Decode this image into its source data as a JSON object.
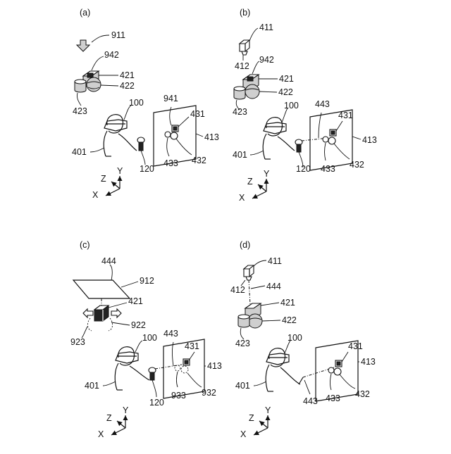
{
  "panels": {
    "a": {
      "label": "(a)",
      "refs": {
        "r911": "911",
        "r942": "942",
        "r421": "421",
        "r422": "422",
        "r423": "423",
        "r100": "100",
        "r941": "941",
        "r431": "431",
        "r413": "413",
        "r401": "401",
        "r120": "120",
        "r433": "433",
        "r432": "432"
      },
      "axes": {
        "z": "Z",
        "y": "Y",
        "x": "X"
      }
    },
    "b": {
      "label": "(b)",
      "refs": {
        "r411": "411",
        "r412": "412",
        "r942": "942",
        "r421": "421",
        "r422": "422",
        "r423": "423",
        "r100": "100",
        "r443": "443",
        "r431": "431",
        "r413": "413",
        "r401": "401",
        "r120": "120",
        "r433": "433",
        "r432": "432"
      },
      "axes": {
        "z": "Z",
        "y": "Y",
        "x": "X"
      }
    },
    "c": {
      "label": "(c)",
      "refs": {
        "r444": "444",
        "r912": "912",
        "r421": "421",
        "r922": "922",
        "r923": "923",
        "r100": "100",
        "r443": "443",
        "r431": "431",
        "r413": "413",
        "r401": "401",
        "r120": "120",
        "r933": "933",
        "r932": "932"
      },
      "axes": {
        "z": "Z",
        "y": "Y",
        "x": "X"
      }
    },
    "d": {
      "label": "(d)",
      "refs": {
        "r411": "411",
        "r412": "412",
        "r444": "444",
        "r421": "421",
        "r422": "422",
        "r423": "423",
        "r100": "100",
        "r431": "431",
        "r413": "413",
        "r401": "401",
        "r443": "443",
        "r433": "433",
        "r432": "432"
      },
      "axes": {
        "z": "Z",
        "y": "Y",
        "x": "X"
      }
    }
  }
}
